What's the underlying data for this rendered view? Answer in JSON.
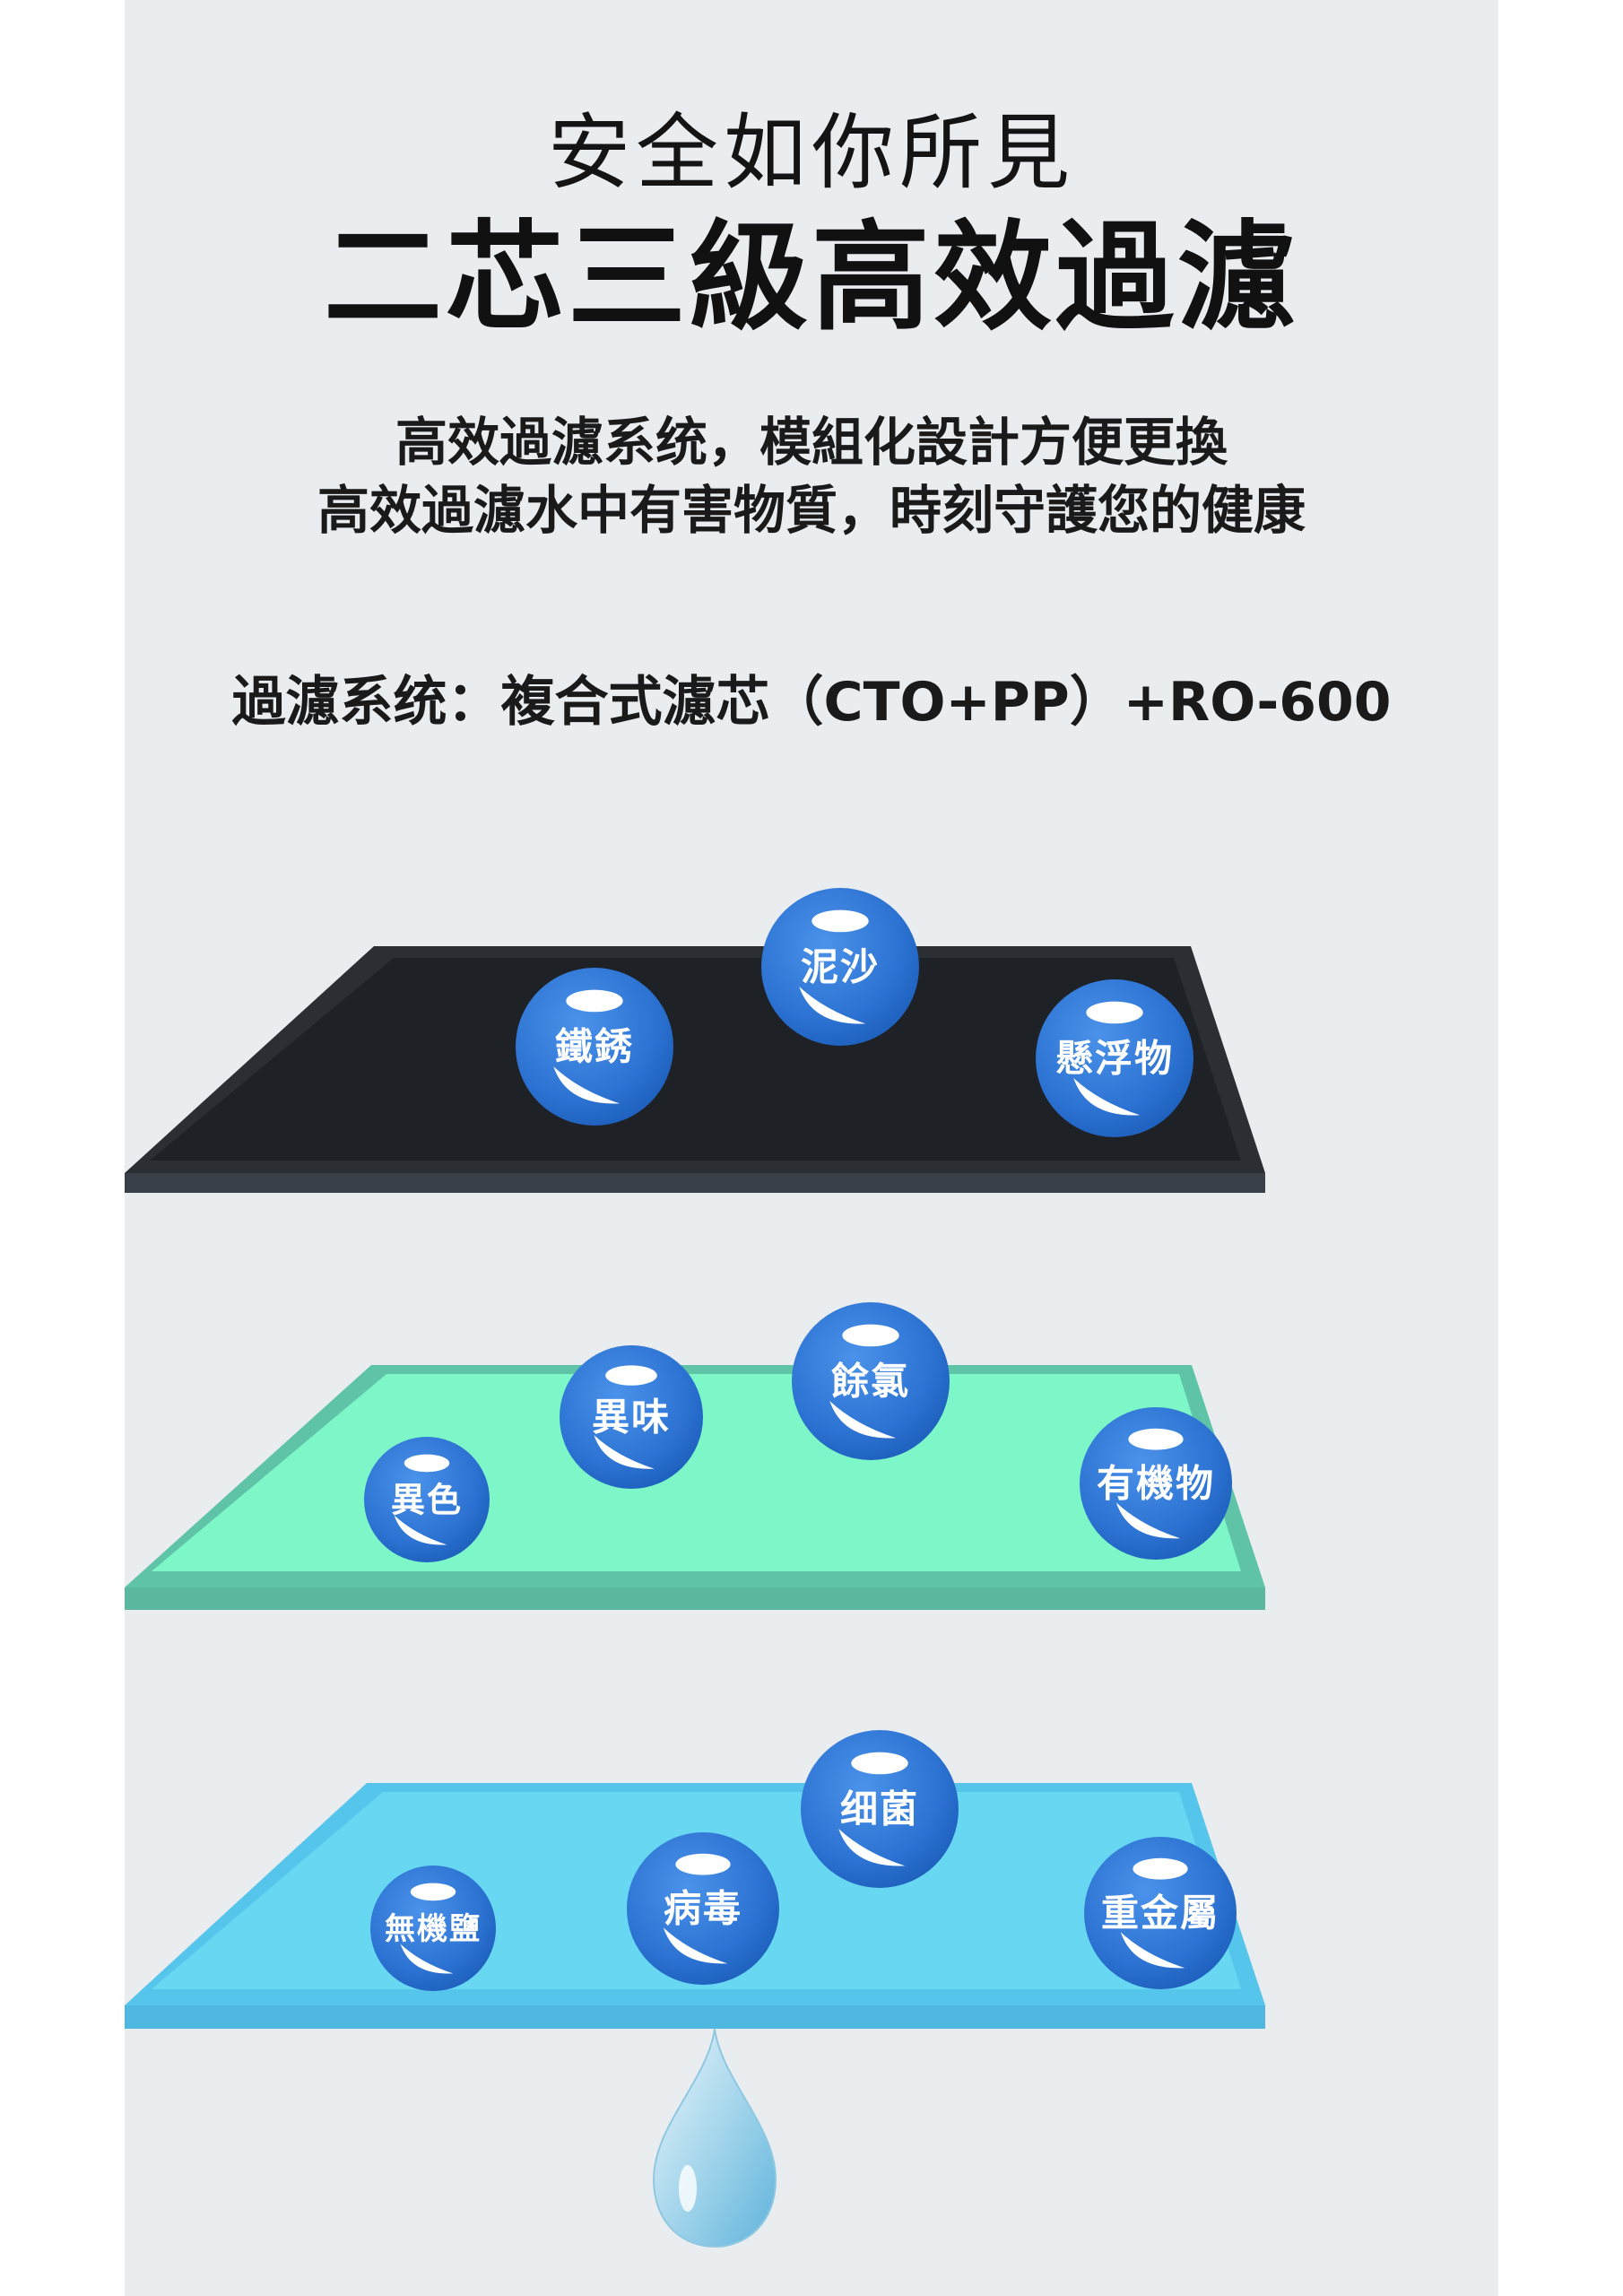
{
  "heading": {
    "line1": "安全如你所見",
    "line2": "二芯三級高效過濾"
  },
  "description": {
    "line1": "高效過濾系统，模組化設計方便更換",
    "line2": "高效過濾水中有害物質，時刻守護您的健康"
  },
  "system_label": "過濾系统：複合式濾芯（CTO+PP）+RO-600",
  "layers": [
    {
      "name": "layer1",
      "color": "#2b2f33",
      "balls": [
        "泥沙",
        "鐵銹",
        "懸浮物"
      ]
    },
    {
      "name": "layer2",
      "color": "#7ef7c8",
      "balls": [
        "餘氯",
        "異味",
        "異色",
        "有機物"
      ]
    },
    {
      "name": "layer3",
      "color": "#68d8f2",
      "balls": [
        "细菌",
        "病毒",
        "無機鹽",
        "重金屬"
      ]
    }
  ],
  "colors": {
    "background": "#e9edf0",
    "ball_blue": "#2f7ad9"
  }
}
